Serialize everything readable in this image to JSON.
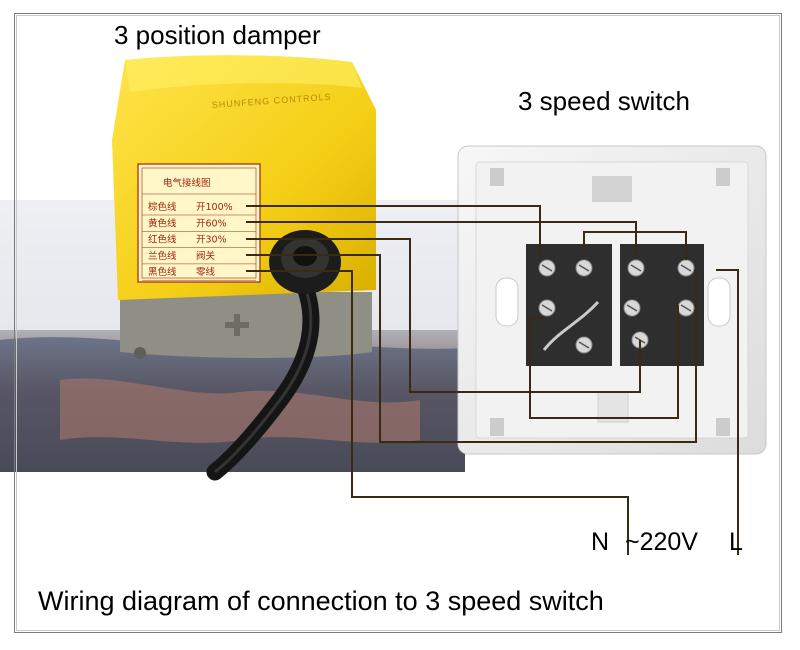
{
  "damper_title": "3 position damper",
  "switch_title": "3 speed switch",
  "caption": "Wiring diagram of connection to 3 speed switch",
  "power_labels": {
    "neutral": "N",
    "voltage": "~220V",
    "live": "L"
  },
  "damper_label": {
    "brand": "SHUNFENG CONTROLS",
    "heading": "电气接线图",
    "rows": [
      {
        "wire": "棕色线",
        "function": "开100%"
      },
      {
        "wire": "黄色线",
        "function": "开60%"
      },
      {
        "wire": "红色线",
        "function": "开30%"
      },
      {
        "wire": "兰色线",
        "function": "阀关"
      },
      {
        "wire": "黑色线",
        "function": "零线"
      }
    ]
  },
  "colors": {
    "damper_body": "#f5d21a",
    "damper_gear": "#8f8f86",
    "switch_plate": "#ececec",
    "terminal_block": "#2e2e2e",
    "wire": "#3b2a12",
    "cable": "#151515",
    "pipe": "#c9ccd2"
  }
}
